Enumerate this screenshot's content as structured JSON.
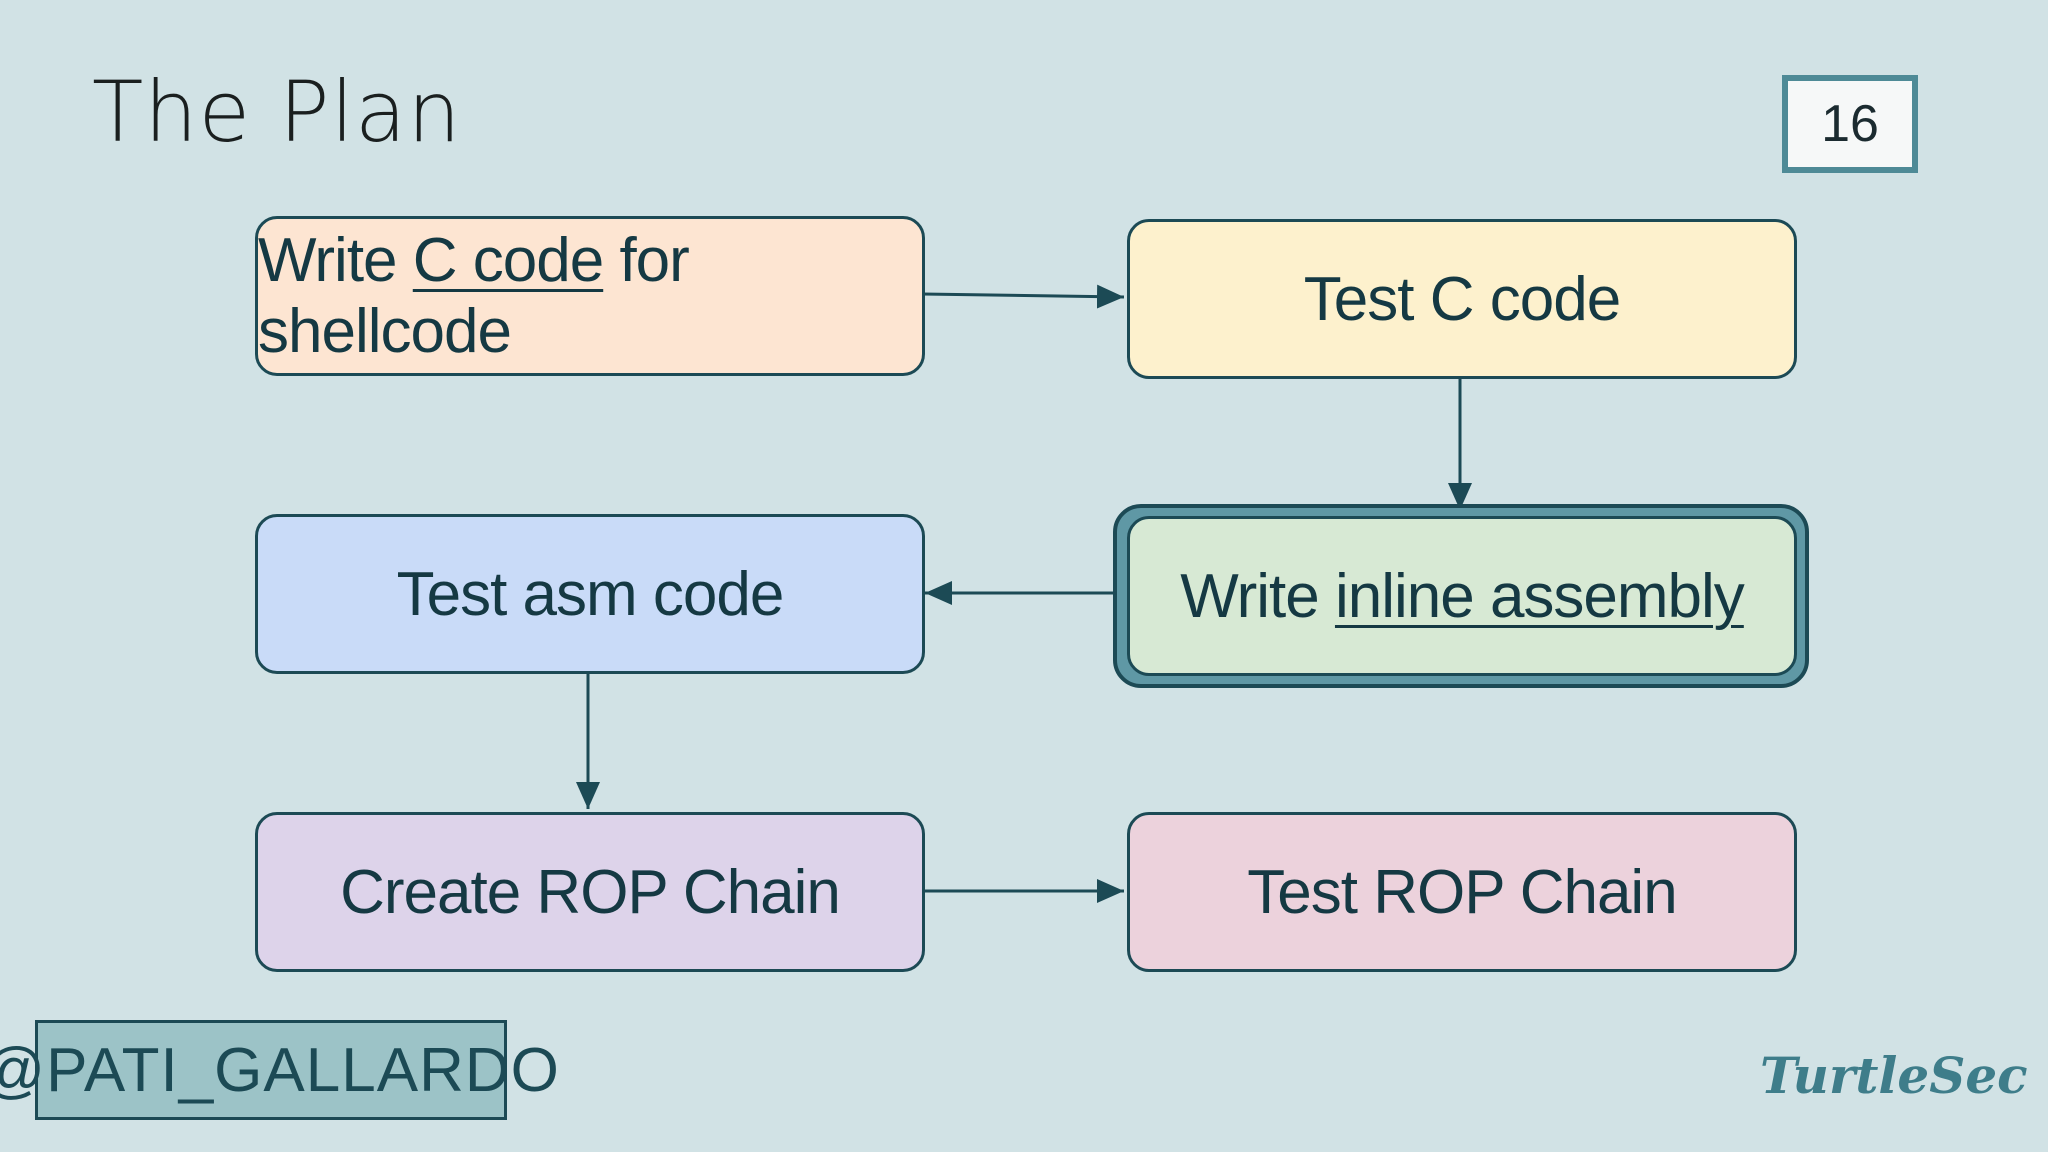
{
  "slide": {
    "title": "The Plan",
    "page_number": "16"
  },
  "diagram": {
    "nodes": [
      {
        "id": "write-c",
        "parts": [
          {
            "text": "Write "
          },
          {
            "text": "C code",
            "underline": true
          },
          {
            "text": " for shellcode"
          }
        ],
        "fill": "#fde5d2"
      },
      {
        "id": "test-c",
        "parts": [
          {
            "text": "Test C code"
          }
        ],
        "fill": "#fdf1cd"
      },
      {
        "id": "write-inline",
        "parts": [
          {
            "text": "Write "
          },
          {
            "text": "inline assembly",
            "underline": true
          }
        ],
        "fill": "#d7e9d4",
        "highlighted": true
      },
      {
        "id": "test-asm",
        "parts": [
          {
            "text": "Test asm code"
          }
        ],
        "fill": "#c9dbf8"
      },
      {
        "id": "create-rop",
        "parts": [
          {
            "text": "Create ROP Chain"
          }
        ],
        "fill": "#ddd3ea"
      },
      {
        "id": "test-rop",
        "parts": [
          {
            "text": "Test ROP Chain"
          }
        ],
        "fill": "#ecd2dc"
      }
    ],
    "edges": [
      {
        "from": "write-c",
        "to": "test-c"
      },
      {
        "from": "test-c",
        "to": "write-inline"
      },
      {
        "from": "write-inline",
        "to": "test-asm"
      },
      {
        "from": "test-asm",
        "to": "create-rop"
      },
      {
        "from": "create-rop",
        "to": "test-rop"
      }
    ],
    "stroke_color": "#1c4a55"
  },
  "footer": {
    "handle": "@PATI_GALLARDO",
    "logo": "TurtleSec"
  }
}
